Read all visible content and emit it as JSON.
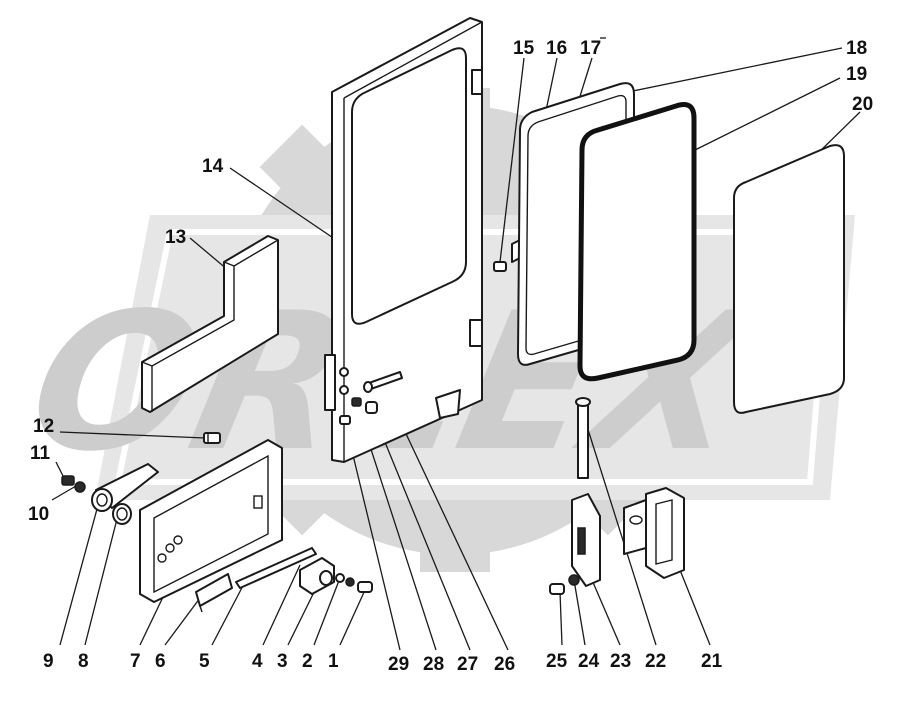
{
  "watermark": {
    "text": "ORLEX"
  },
  "callouts": [
    {
      "id": "c1",
      "text": "1"
    },
    {
      "id": "c2",
      "text": "2"
    },
    {
      "id": "c3",
      "text": "3"
    },
    {
      "id": "c4",
      "text": "4"
    },
    {
      "id": "c5",
      "text": "5"
    },
    {
      "id": "c6",
      "text": "6"
    },
    {
      "id": "c7",
      "text": "7"
    },
    {
      "id": "c8",
      "text": "8"
    },
    {
      "id": "c9",
      "text": "9"
    },
    {
      "id": "c10",
      "text": "10"
    },
    {
      "id": "c11",
      "text": "11"
    },
    {
      "id": "c12",
      "text": "12"
    },
    {
      "id": "c13",
      "text": "13"
    },
    {
      "id": "c14",
      "text": "14"
    },
    {
      "id": "c15",
      "text": "15"
    },
    {
      "id": "c16",
      "text": "16"
    },
    {
      "id": "c17",
      "text": "17"
    },
    {
      "id": "c18",
      "text": "18"
    },
    {
      "id": "c19",
      "text": "19"
    },
    {
      "id": "c20",
      "text": "20"
    },
    {
      "id": "c21",
      "text": "21"
    },
    {
      "id": "c22",
      "text": "22"
    },
    {
      "id": "c23",
      "text": "23"
    },
    {
      "id": "c24",
      "text": "24"
    },
    {
      "id": "c25",
      "text": "25"
    },
    {
      "id": "c26",
      "text": "26"
    },
    {
      "id": "c27",
      "text": "27"
    },
    {
      "id": "c28",
      "text": "28"
    },
    {
      "id": "c29",
      "text": "29"
    }
  ],
  "colors": {
    "line": "#1a1a1a",
    "watermark": "#cfcfcf",
    "background": "#ffffff"
  }
}
